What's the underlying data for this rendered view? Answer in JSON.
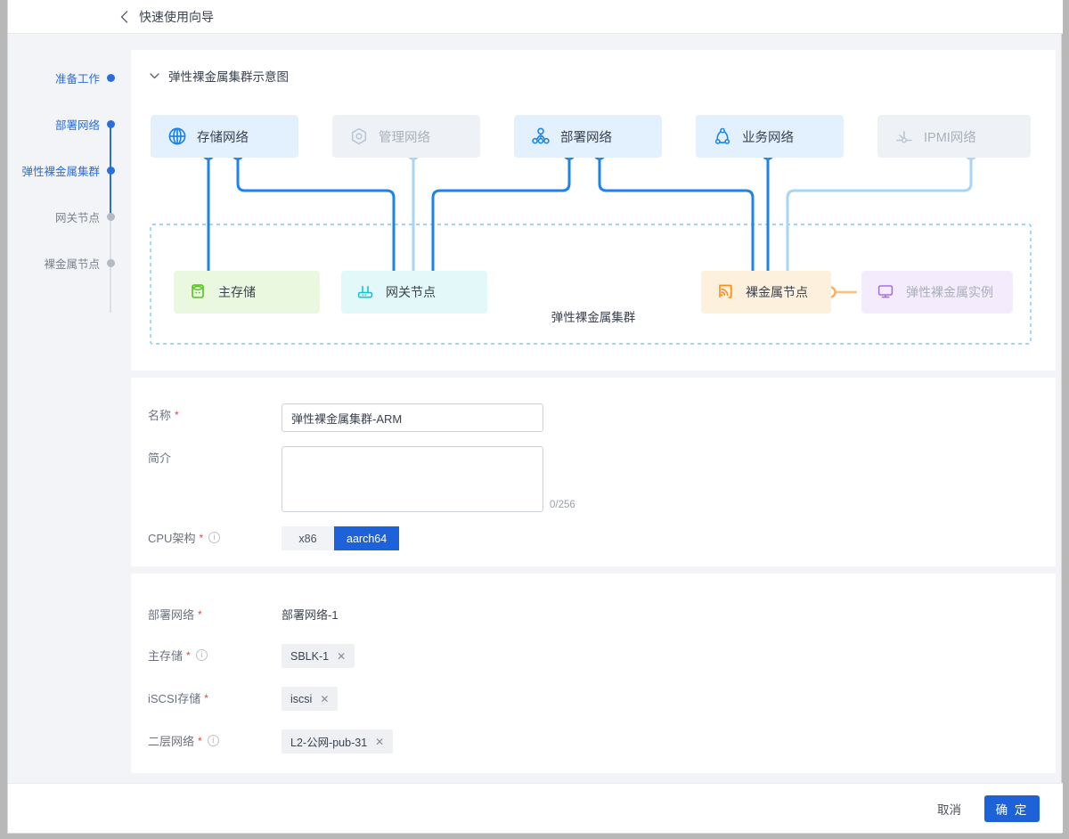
{
  "header": {
    "back_icon": "chevron-left-icon",
    "title": "快速使用向导"
  },
  "steps": [
    {
      "label": "准备工作",
      "state": "done"
    },
    {
      "label": "部署网络",
      "state": "done"
    },
    {
      "label": "弹性裸金属集群",
      "state": "done"
    },
    {
      "label": "网关节点",
      "state": "todo"
    },
    {
      "label": "裸金属节点",
      "state": "todo"
    }
  ],
  "diagram": {
    "section_title": "弹性裸金属集群示意图",
    "collapse_icon": "chevron-down-icon",
    "cluster_caption": "弹性裸金属集群",
    "networks": [
      {
        "label": "存储网络",
        "icon": "globe-icon",
        "state": "on"
      },
      {
        "label": "管理网络",
        "icon": "hexagon-dot-icon",
        "state": "off"
      },
      {
        "label": "部署网络",
        "icon": "sitemap-icon",
        "state": "on"
      },
      {
        "label": "业务网络",
        "icon": "triangle-node-icon",
        "state": "on"
      },
      {
        "label": "IPMI网络",
        "icon": "ipmi-icon",
        "state": "off"
      }
    ],
    "nodes": [
      {
        "label": "主存储",
        "icon": "database-icon",
        "color": "green"
      },
      {
        "label": "网关节点",
        "icon": "router-icon",
        "color": "cyan"
      },
      {
        "label": "裸金属节点",
        "icon": "signal-icon",
        "color": "orange"
      },
      {
        "label": "弹性裸金属实例",
        "icon": "monitor-icon",
        "color": "purple"
      }
    ],
    "colors": {
      "active_blue": "#1d84e8",
      "inactive_blue": "#a8d4f5",
      "green": "#52c41a",
      "cyan": "#13c2d8",
      "cyan_light": "#7fe0ea",
      "orange": "#fa8c16",
      "orange_light": "#fcc180",
      "purple": "#a86fe0"
    }
  },
  "form_basic": {
    "name": {
      "label": "名称",
      "required": true,
      "value": "弹性裸金属集群-ARM"
    },
    "desc": {
      "label": "简介",
      "required": false,
      "value": "",
      "placeholder": "",
      "count": "0/256"
    },
    "cpu": {
      "label": "CPU架构",
      "required": true,
      "has_info": true,
      "options": [
        {
          "text": "x86",
          "selected": false
        },
        {
          "text": "aarch64",
          "selected": true
        }
      ]
    }
  },
  "form_network": {
    "deploy_net": {
      "label": "部署网络",
      "required": true,
      "has_info": false,
      "value": "部署网络-1"
    },
    "main_store": {
      "label": "主存储",
      "required": true,
      "has_info": true,
      "tag": "SBLK-1"
    },
    "iscsi": {
      "label": "iSCSI存储",
      "required": true,
      "has_info": false,
      "tag": "iscsi"
    },
    "l2_net": {
      "label": "二层网络",
      "required": true,
      "has_info": true,
      "tag": "L2-公网-pub-31"
    },
    "remove_icon": "close-icon"
  },
  "footer": {
    "cancel": "取消",
    "confirm": "确 定"
  }
}
